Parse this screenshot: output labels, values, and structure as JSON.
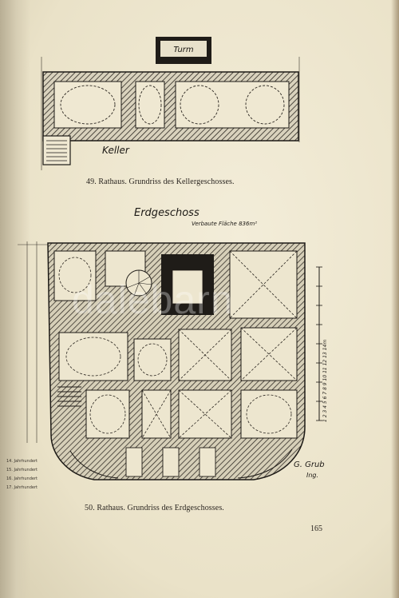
{
  "figure_49": {
    "tower_label": "Turm",
    "handwritten_label": "Keller",
    "caption": "49. Rathaus. Grundriss des Kellergeschosses."
  },
  "figure_50": {
    "title": "Erdgeschoss",
    "area_note": "Verbaute Fläche 836m²",
    "scale_numbers": "1 2 3 4 5 6 7 8 9 10 11 12 13 14m",
    "signature_line1": "G. Grub",
    "signature_line2": "Ing.",
    "legend_left": [
      "14. Jahrhundert",
      "15. Jahrhundert",
      "16. Jahrhundert",
      "17. Jahrhundert"
    ],
    "caption": "50. Rathaus. Grundriss des Erdgeschosses."
  },
  "watermark": "dalebarn",
  "page_number": "165"
}
